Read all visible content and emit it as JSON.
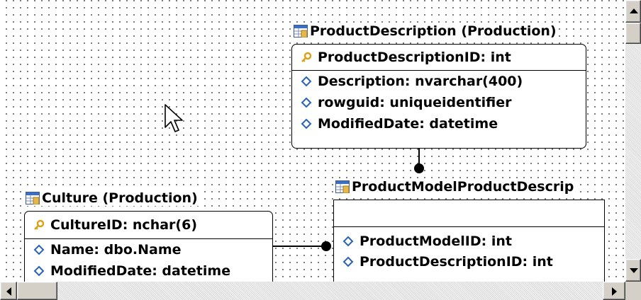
{
  "entities": {
    "product_description": {
      "title": "ProductDescription (Production)",
      "key_fields": [
        "ProductDescriptionID: int"
      ],
      "fields": [
        "Description: nvarchar(400)",
        "rowguid: uniqueidentifier",
        "ModifiedDate: datetime"
      ]
    },
    "culture": {
      "title": "Culture (Production)",
      "key_fields": [
        "CultureID: nchar(6)"
      ],
      "fields": [
        "Name: dbo.Name",
        "ModifiedDate: datetime"
      ]
    },
    "product_model_product_description": {
      "title": "ProductModelProductDescrip",
      "key_fields": [],
      "fields": [
        "ProductModelID: int",
        "ProductDescriptionID: int"
      ]
    }
  },
  "icons": {
    "table": "table-icon",
    "key": "primary-key-icon",
    "field": "field-diamond-icon",
    "cursor": "mouse-pointer-icon"
  },
  "colors": {
    "key_icon": "#d8a21a",
    "field_icon": "#2a62b8",
    "table_icon_header": "#3a6fc4",
    "table_icon_body": "#e6b84a"
  }
}
